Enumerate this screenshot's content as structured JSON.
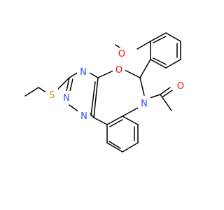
{
  "molecule": {
    "atom_labels": {
      "methoxy_o": "O",
      "ring_o": "O",
      "carbonyl_o": "O",
      "sulfur": "S",
      "triazine_n_top": "N",
      "triazine_n_bottom_left": "N",
      "triazine_n_bottom_right": "N",
      "amide_n": "N"
    },
    "colors": {
      "bond": "#000000",
      "oxygen": "#ff0d0d",
      "nitrogen": "#3050f8",
      "sulfur": "#c8a000"
    }
  }
}
